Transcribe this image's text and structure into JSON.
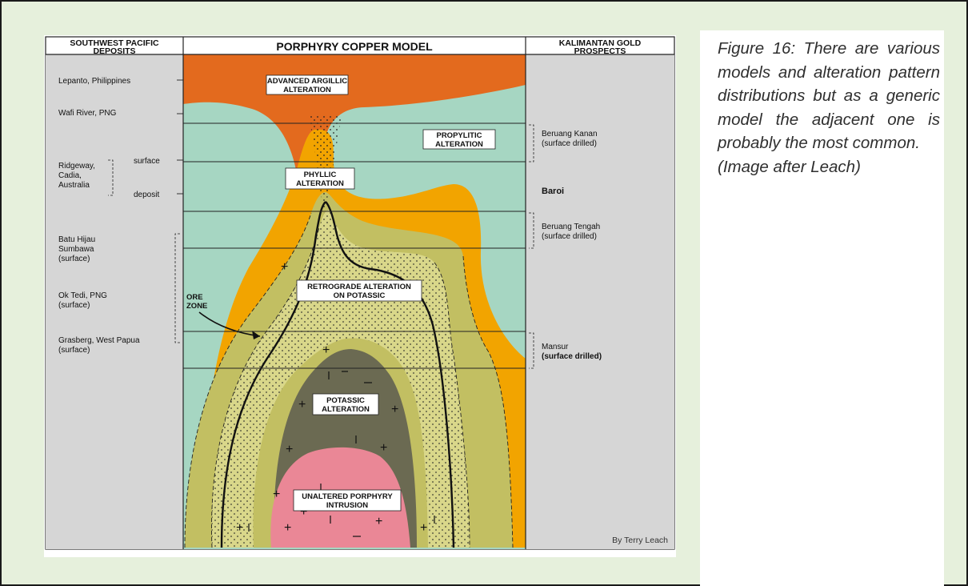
{
  "colors": {
    "page_bg": "#e6f0dc",
    "outer_alteration": "#a6d6c2",
    "advanced_argillic": "#e36a1e",
    "phyllic": "#f2a400",
    "sericite_outer": "#c2bf62",
    "ore_shell": "#d9d78a",
    "potassic": "#6b6a52",
    "porphyry": "#ea8796",
    "side_panels": "#d6d6d6"
  },
  "diagram": {
    "headers": {
      "left": [
        "SOUTHWEST PACIFIC",
        "DEPOSITS"
      ],
      "center": "PORPHYRY COPPER MODEL",
      "right": [
        "KALIMANTAN GOLD",
        "PROSPECTS"
      ]
    },
    "left_deposits": {
      "lepanto": "Lepanto, Philippines",
      "wafi": "Wafi River, PNG",
      "ridgeway": [
        "Ridgeway,",
        "Cadia,",
        "Australia"
      ],
      "surface": "surface",
      "deposit": "deposit",
      "batu": [
        "Batu Hijau",
        "Sumbawa",
        "(surface)"
      ],
      "oktedi": [
        "Ok Tedi, PNG",
        "(surface)"
      ],
      "grasberg": [
        "Grasberg, West Papua",
        "(surface)"
      ]
    },
    "zones": {
      "advanced": [
        "ADVANCED ARGILLIC",
        "ALTERATION"
      ],
      "propylitic": [
        "PROPYLITIC",
        "ALTERATION"
      ],
      "phyllic": [
        "PHYLLIC",
        "ALTERATION"
      ],
      "retrograde": [
        "RETROGRADE ALTERATION",
        "ON POTASSIC"
      ],
      "ore_zone": [
        "ORE",
        "ZONE"
      ],
      "potassic": [
        "POTASSIC",
        "ALTERATION"
      ],
      "unaltered": [
        "UNALTERED PORPHYRY",
        "INTRUSION"
      ]
    },
    "right_prospects": {
      "kanan": [
        "Beruang Kanan",
        "(surface drilled)"
      ],
      "baroi": "Baroi",
      "tengah": [
        "Beruang Tengah",
        "(surface drilled)"
      ],
      "mansur": [
        "Mansur",
        "(surface drilled)"
      ]
    },
    "credit": "By Terry Leach"
  },
  "caption": {
    "main": "Figure 16: There are various models and alteration pattern distributions but as a generic model the adjacent one is probably the most common.",
    "credit": "(Image after Leach)"
  }
}
